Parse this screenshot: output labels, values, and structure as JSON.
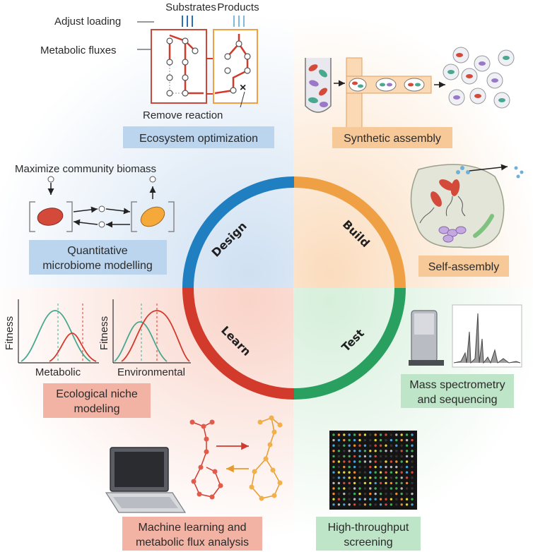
{
  "colors": {
    "design": "#1f7fc1",
    "build": "#f0a044",
    "test": "#2aa060",
    "learn": "#d23a2c",
    "design_box": "#bcd5ef",
    "build_box": "#f7c999",
    "test_box": "#bfe5c8",
    "learn_box": "#f3b3a4"
  },
  "ring": {
    "design": "Design",
    "build": "Build",
    "test": "Test",
    "learn": "Learn"
  },
  "design": {
    "substrates": "Substrates",
    "products": "Products",
    "adjust_loading": "Adjust loading",
    "metabolic_fluxes": "Metabolic fluxes",
    "remove_reaction": "Remove reaction",
    "ecosystem_optimization": "Ecosystem optimization",
    "maximize_biomass": "Maximize community biomass",
    "qmm_line1": "Quantitative",
    "qmm_line2": "microbiome modelling"
  },
  "build": {
    "synthetic_assembly": "Synthetic assembly",
    "self_assembly": "Self-assembly"
  },
  "test": {
    "ms_line1": "Mass spectrometry",
    "ms_line2": "and sequencing",
    "hts_line1": "High-throughput",
    "hts_line2": "screening"
  },
  "learn": {
    "fitness": "Fitness",
    "metabolic": "Metabolic",
    "environmental": "Environmental",
    "niche_line1": "Ecological niche",
    "niche_line2": "modeling",
    "ml_line1": "Machine learning and",
    "ml_line2": "metabolic flux analysis"
  }
}
